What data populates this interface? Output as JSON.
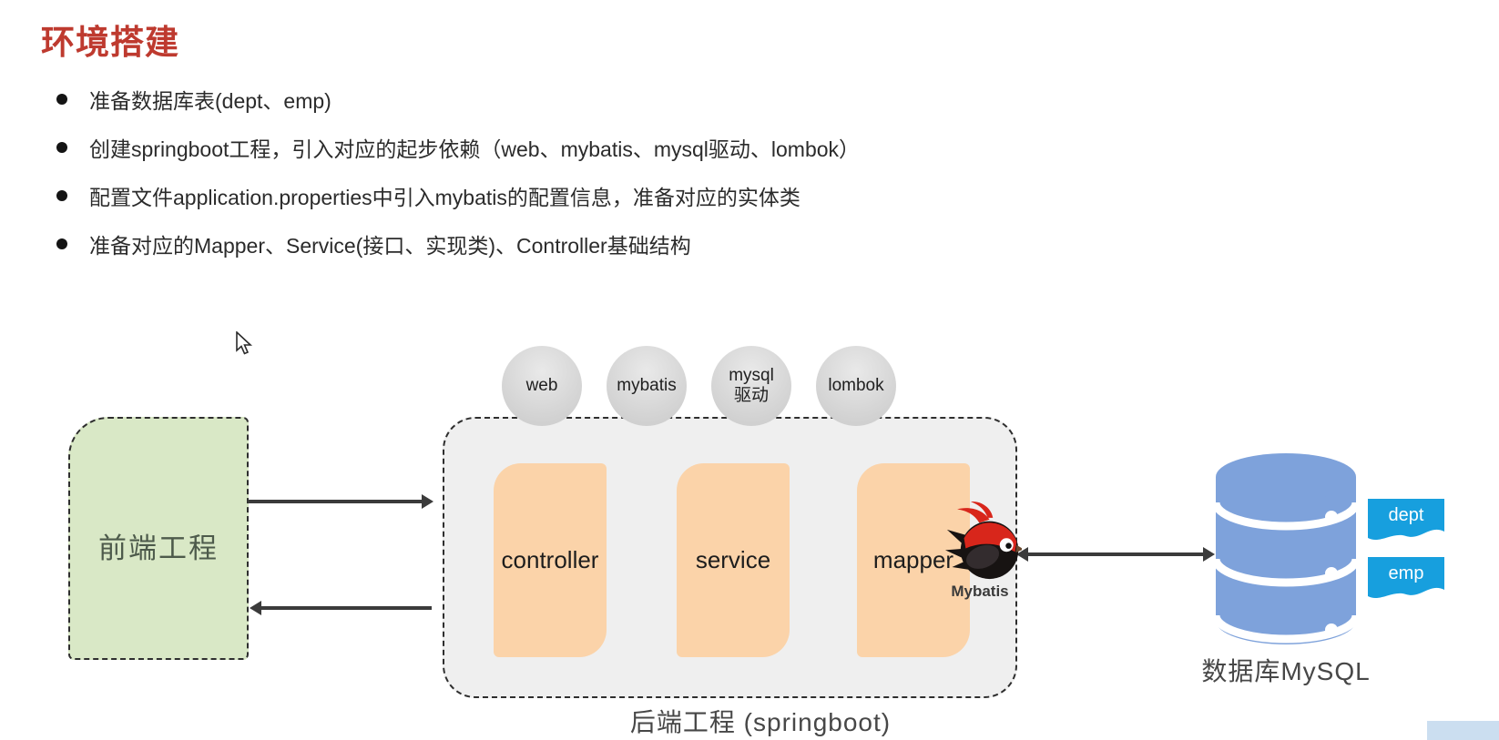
{
  "slide": {
    "title": "环境搭建",
    "bullets": [
      "准备数据库表(dept、emp)",
      "创建springboot工程，引入对应的起步依赖（web、mybatis、mysql驱动、lombok）",
      "配置文件application.properties中引入mybatis的配置信息，准备对应的实体类",
      "准备对应的Mapper、Service(接口、实现类)、Controller基础结构"
    ]
  },
  "diagram": {
    "frontend": {
      "label": "前端工程"
    },
    "backend": {
      "caption": "后端工程 (springboot)",
      "dependencies": [
        "web",
        "mybatis",
        "mysql\n驱动",
        "lombok"
      ],
      "layers": [
        "controller",
        "service",
        "mapper"
      ],
      "mybatis_label": "Mybatis"
    },
    "database": {
      "caption": "数据库MySQL",
      "tables": [
        "dept",
        "emp"
      ]
    }
  },
  "colors": {
    "title_red": "#be3a2f",
    "frontend_green": "#d9e8c6",
    "backend_gray": "#efefef",
    "layer_orange": "#fbd3a9",
    "dependency_gray": "#d8d8d8",
    "database_blue": "#7ea2db",
    "table_tag_blue": "#179fde",
    "arrow_dark": "#3b3b3b",
    "mybatis_red": "#d8261b"
  }
}
